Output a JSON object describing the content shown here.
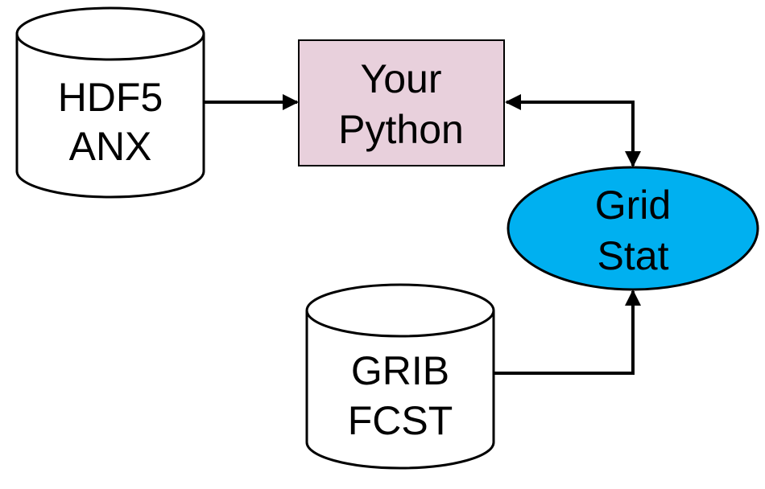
{
  "nodes": {
    "hdf5": {
      "line1": "HDF5",
      "line2": "ANX"
    },
    "python": {
      "line1": "Your",
      "line2": "Python"
    },
    "gridstat": {
      "line1": "Grid",
      "line2": "Stat"
    },
    "grib": {
      "line1": "GRIB",
      "line2": "FCST"
    }
  },
  "colors": {
    "python_fill": "#e8d0dc",
    "gridstat_fill": "#00b0f0",
    "stroke": "#000000",
    "cylinder_fill": "#ffffff"
  }
}
